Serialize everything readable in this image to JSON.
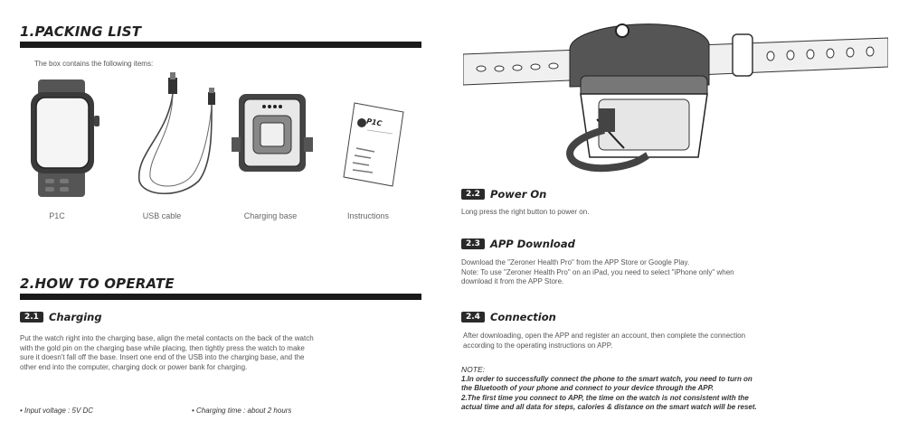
{
  "packing": {
    "heading": "1.PACKING LIST",
    "intro": "The box contains the following items:",
    "items": [
      {
        "label": "P1C",
        "icon": "smartwatch-icon"
      },
      {
        "label": "USB cable",
        "icon": "usb-cable-icon"
      },
      {
        "label": "Charging base",
        "icon": "charging-base-icon"
      },
      {
        "label": "Instructions",
        "icon": "instructions-booklet-icon"
      }
    ],
    "booklet_logo": "P1C"
  },
  "operate": {
    "heading": "2.HOW TO OPERATE",
    "charging": {
      "number": "2.1",
      "title": "Charging",
      "lines": [
        "Put the watch right into the charging base, align the metal contacts on the back of the watch",
        "with the gold pin on the charging base while placing, then tightly press the watch to make",
        "sure it doesn't fall off the base. Insert one end of the USB into the charging base, and the",
        "other end into the computer, charging dock or power bank for charging."
      ],
      "input_voltage": "Input voltage : 5V DC",
      "charging_time": "Charging time : about 2 hours"
    }
  },
  "power_on": {
    "number": "2.2",
    "title": "Power On",
    "text": "Long press the right button to power on."
  },
  "app_download": {
    "number": "2.3",
    "title": "APP Download",
    "lines": [
      "Download the \"Zeroner Health Pro\" from the APP Store or Google Play.",
      "Note: To use \"Zeroner Health Pro\" on an iPad, you need to select \"iPhone only\" when",
      "download it from the APP Store."
    ]
  },
  "connection": {
    "number": "2.4",
    "title": "Connection",
    "lines": [
      "After downloading, open the APP and register an account, then complete the connection",
      "according to the operating instructions on APP."
    ]
  },
  "note": {
    "heading": "NOTE:",
    "lines": [
      "1.In order to successfully connect the phone to the smart watch, you need to turn on",
      "the Bluetooth of your phone and connect to your device through the APP.",
      "2.The first time you connect to APP, the time on the watch is not consistent with the",
      "actual time and all data for steps, calories & distance on the smart watch will be reset."
    ]
  }
}
